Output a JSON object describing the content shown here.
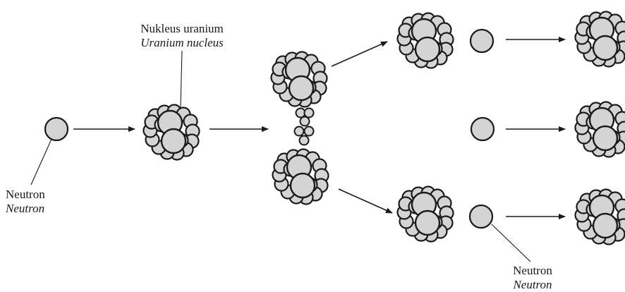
{
  "labels": {
    "uranium_nucleus_ms": "Nukleus uranium",
    "uranium_nucleus_en": "Uranium nucleus",
    "neutron_left_ms": "Neutron",
    "neutron_left_en": "Neutron",
    "neutron_bottom_ms": "Neutron",
    "neutron_bottom_en": "Neutron"
  },
  "colors": {
    "fill": "#d4d4d4",
    "stroke": "#1a1a1a",
    "background": "#ffffff"
  }
}
